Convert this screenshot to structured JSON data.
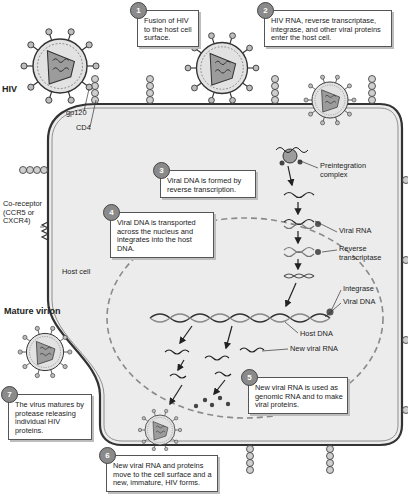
{
  "diagram": {
    "nodes": [
      {
        "text": [
          "1",
          "Fusion of HIV to the host cell surface."
        ]
      },
      {
        "text": [
          "2",
          "HIV RNA, reverse transcriptase, integrase, and other viral proteins enter the host cell."
        ]
      },
      {
        "text": [
          "3",
          "Viral DNA is formed by reverse transcription."
        ]
      },
      {
        "text": [
          "4",
          "Viral DNA is transported across the nucleus and integrates into the host DNA."
        ]
      },
      {
        "text": [
          "5",
          "New viral RNA is used as genomic RNA and to make viral proteins."
        ]
      },
      {
        "text": [
          "6",
          "New viral RNA and proteins move to the cell surface and a new, immature, HIV forms."
        ]
      },
      {
        "text": [
          "7",
          "The virus matures by protease releasing individual HIV proteins."
        ]
      }
    ],
    "labels": [
      "HIV",
      "gp120",
      "CD4",
      "Co-receptor (CCR5 or CXCR4)",
      "Host cell",
      "Preintegration complex",
      "Viral RNA",
      "Reverse transcriptase",
      "Integrase",
      "Viral DNA",
      "Host DNA",
      "New viral RNA",
      "Mature virion"
    ]
  }
}
